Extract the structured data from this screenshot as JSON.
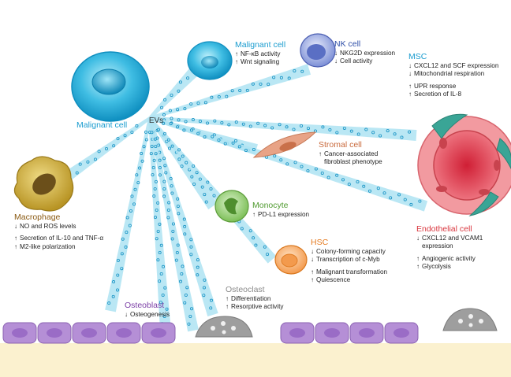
{
  "hub": {
    "label": "EVs"
  },
  "cells": {
    "malignant_source": {
      "title": "Malignant cell"
    },
    "malignant_target": {
      "title": "Malignant cell",
      "effects": [
        "NF-κB activity",
        "Wnt signaling"
      ],
      "arrows": [
        "up",
        "up"
      ]
    },
    "nk": {
      "title": "NK cell",
      "effects": [
        "NKG2D expression",
        "Cell activity"
      ],
      "arrows": [
        "down",
        "down"
      ]
    },
    "msc": {
      "title": "MSC",
      "effects": [
        "CXCL12 and SCF expression",
        "Mitochondrial respiration",
        "UPR response",
        "Secretion of IL-8"
      ],
      "arrows": [
        "down",
        "down",
        "up",
        "up"
      ]
    },
    "stromal": {
      "title": "Stromal cell",
      "effects": [
        "Cancer-associated",
        "fibroblast phenotype"
      ],
      "arrows": [
        "up",
        ""
      ]
    },
    "macrophage": {
      "title": "Macrophage",
      "effects": [
        "NO and ROS levels",
        "Secretion of IL-10 and TNF-α",
        "M2-like polarization"
      ],
      "arrows": [
        "down",
        "up",
        "up"
      ]
    },
    "monocyte": {
      "title": "Monocyte",
      "effects": [
        "PD-L1 expression"
      ],
      "arrows": [
        "up"
      ]
    },
    "hsc": {
      "title": "HSC",
      "effects": [
        "Colony-forming capacity",
        "Transcription of c-Myb",
        "Malignant transformation",
        "Quiescence"
      ],
      "arrows": [
        "down",
        "down",
        "up",
        "up"
      ]
    },
    "endothelial": {
      "title": "Endothelial cell",
      "effects": [
        "CXCL12 and VCAM1",
        "expression",
        "Angiogenic activity",
        "Glycolysis"
      ],
      "arrows": [
        "down",
        "",
        "up",
        "up"
      ]
    },
    "osteoblast": {
      "title": "Osteoblast",
      "effects": [
        "Osteogenesis"
      ],
      "arrows": [
        "down"
      ]
    },
    "osteoclast": {
      "title": "Osteoclast",
      "effects": [
        "Differentiation",
        "Resorptive activity"
      ],
      "arrows": [
        "up",
        "up"
      ]
    }
  },
  "colors": {
    "stream": "#aee3f2",
    "stream_dot": "#1592c4",
    "malignant": "#1aa6d3",
    "nk": "#5a6fc4",
    "stromal": "#e8a386",
    "macrophage": "#c8a83a",
    "monocyte": "#7fbf5a",
    "hsc": "#f4a25a",
    "endothelial": "#e9828a",
    "osteoblast": "#b58fd6",
    "osteoclast": "#a8a8a8"
  }
}
